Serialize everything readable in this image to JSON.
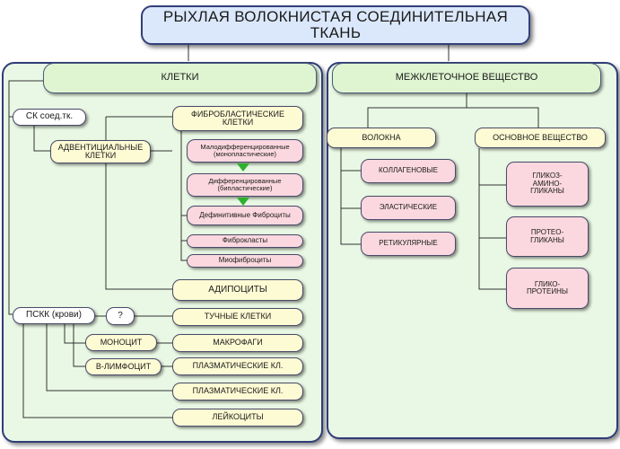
{
  "title": "РЫХЛАЯ ВОЛОКНИСТАЯ СОЕДИНИТЕЛЬНАЯ ТКАНЬ",
  "left": {
    "header": "КЛЕТКИ",
    "sk": "СК соед.тк.",
    "adventitial": "АДВЕНТИЦИАЛЬНЫЕ КЛЕТКИ",
    "fibroblastic": "ФИБРОБЛАСТИЧЕСКИЕ КЛЕТКИ",
    "lowdiff": "Малодифференцированные (монопластические)",
    "diff": "Дифференцированные (бипластические)",
    "definitive": "Дефинитивные Фиброциты",
    "fibroclasts": "Фиброкласты",
    "myofibrocytes": "Миофиброциты",
    "adipocytes": "АДИПОЦИТЫ",
    "psk": "ПСКК (крови)",
    "question": "?",
    "mast": "ТУЧНЫЕ КЛЕТКИ",
    "monocyte": "МОНОЦИТ",
    "macrophages": "МАКРОФАГИ",
    "blymph": "В-ЛИМФОЦИТ",
    "plasma1": "ПЛАЗМАТИЧЕСКИЕ КЛ.",
    "plasma2": "ПЛАЗМАТИЧЕСКИЕ КЛ.",
    "leukocytes": "ЛЕЙКОЦИТЫ"
  },
  "right": {
    "header": "МЕЖКЛЕТОЧНОЕ ВЕЩЕСТВО",
    "fibers": "ВОЛОКНА",
    "ground": "ОСНОВНОЕ ВЕЩЕСТВО",
    "collagen": "КОЛЛАГЕНОВЫЕ",
    "elastic": "ЭЛАСТИЧЕСКИЕ",
    "reticular": "РЕТИКУЛЯРНЫЕ",
    "gag": "ГЛИКОЗ-АМИНО-ГЛИКАНЫ",
    "proteoglycans": "ПРОТЕО-ГЛИКАНЫ",
    "glycoproteins": "ГЛИКО-ПРОТЕИНЫ"
  }
}
